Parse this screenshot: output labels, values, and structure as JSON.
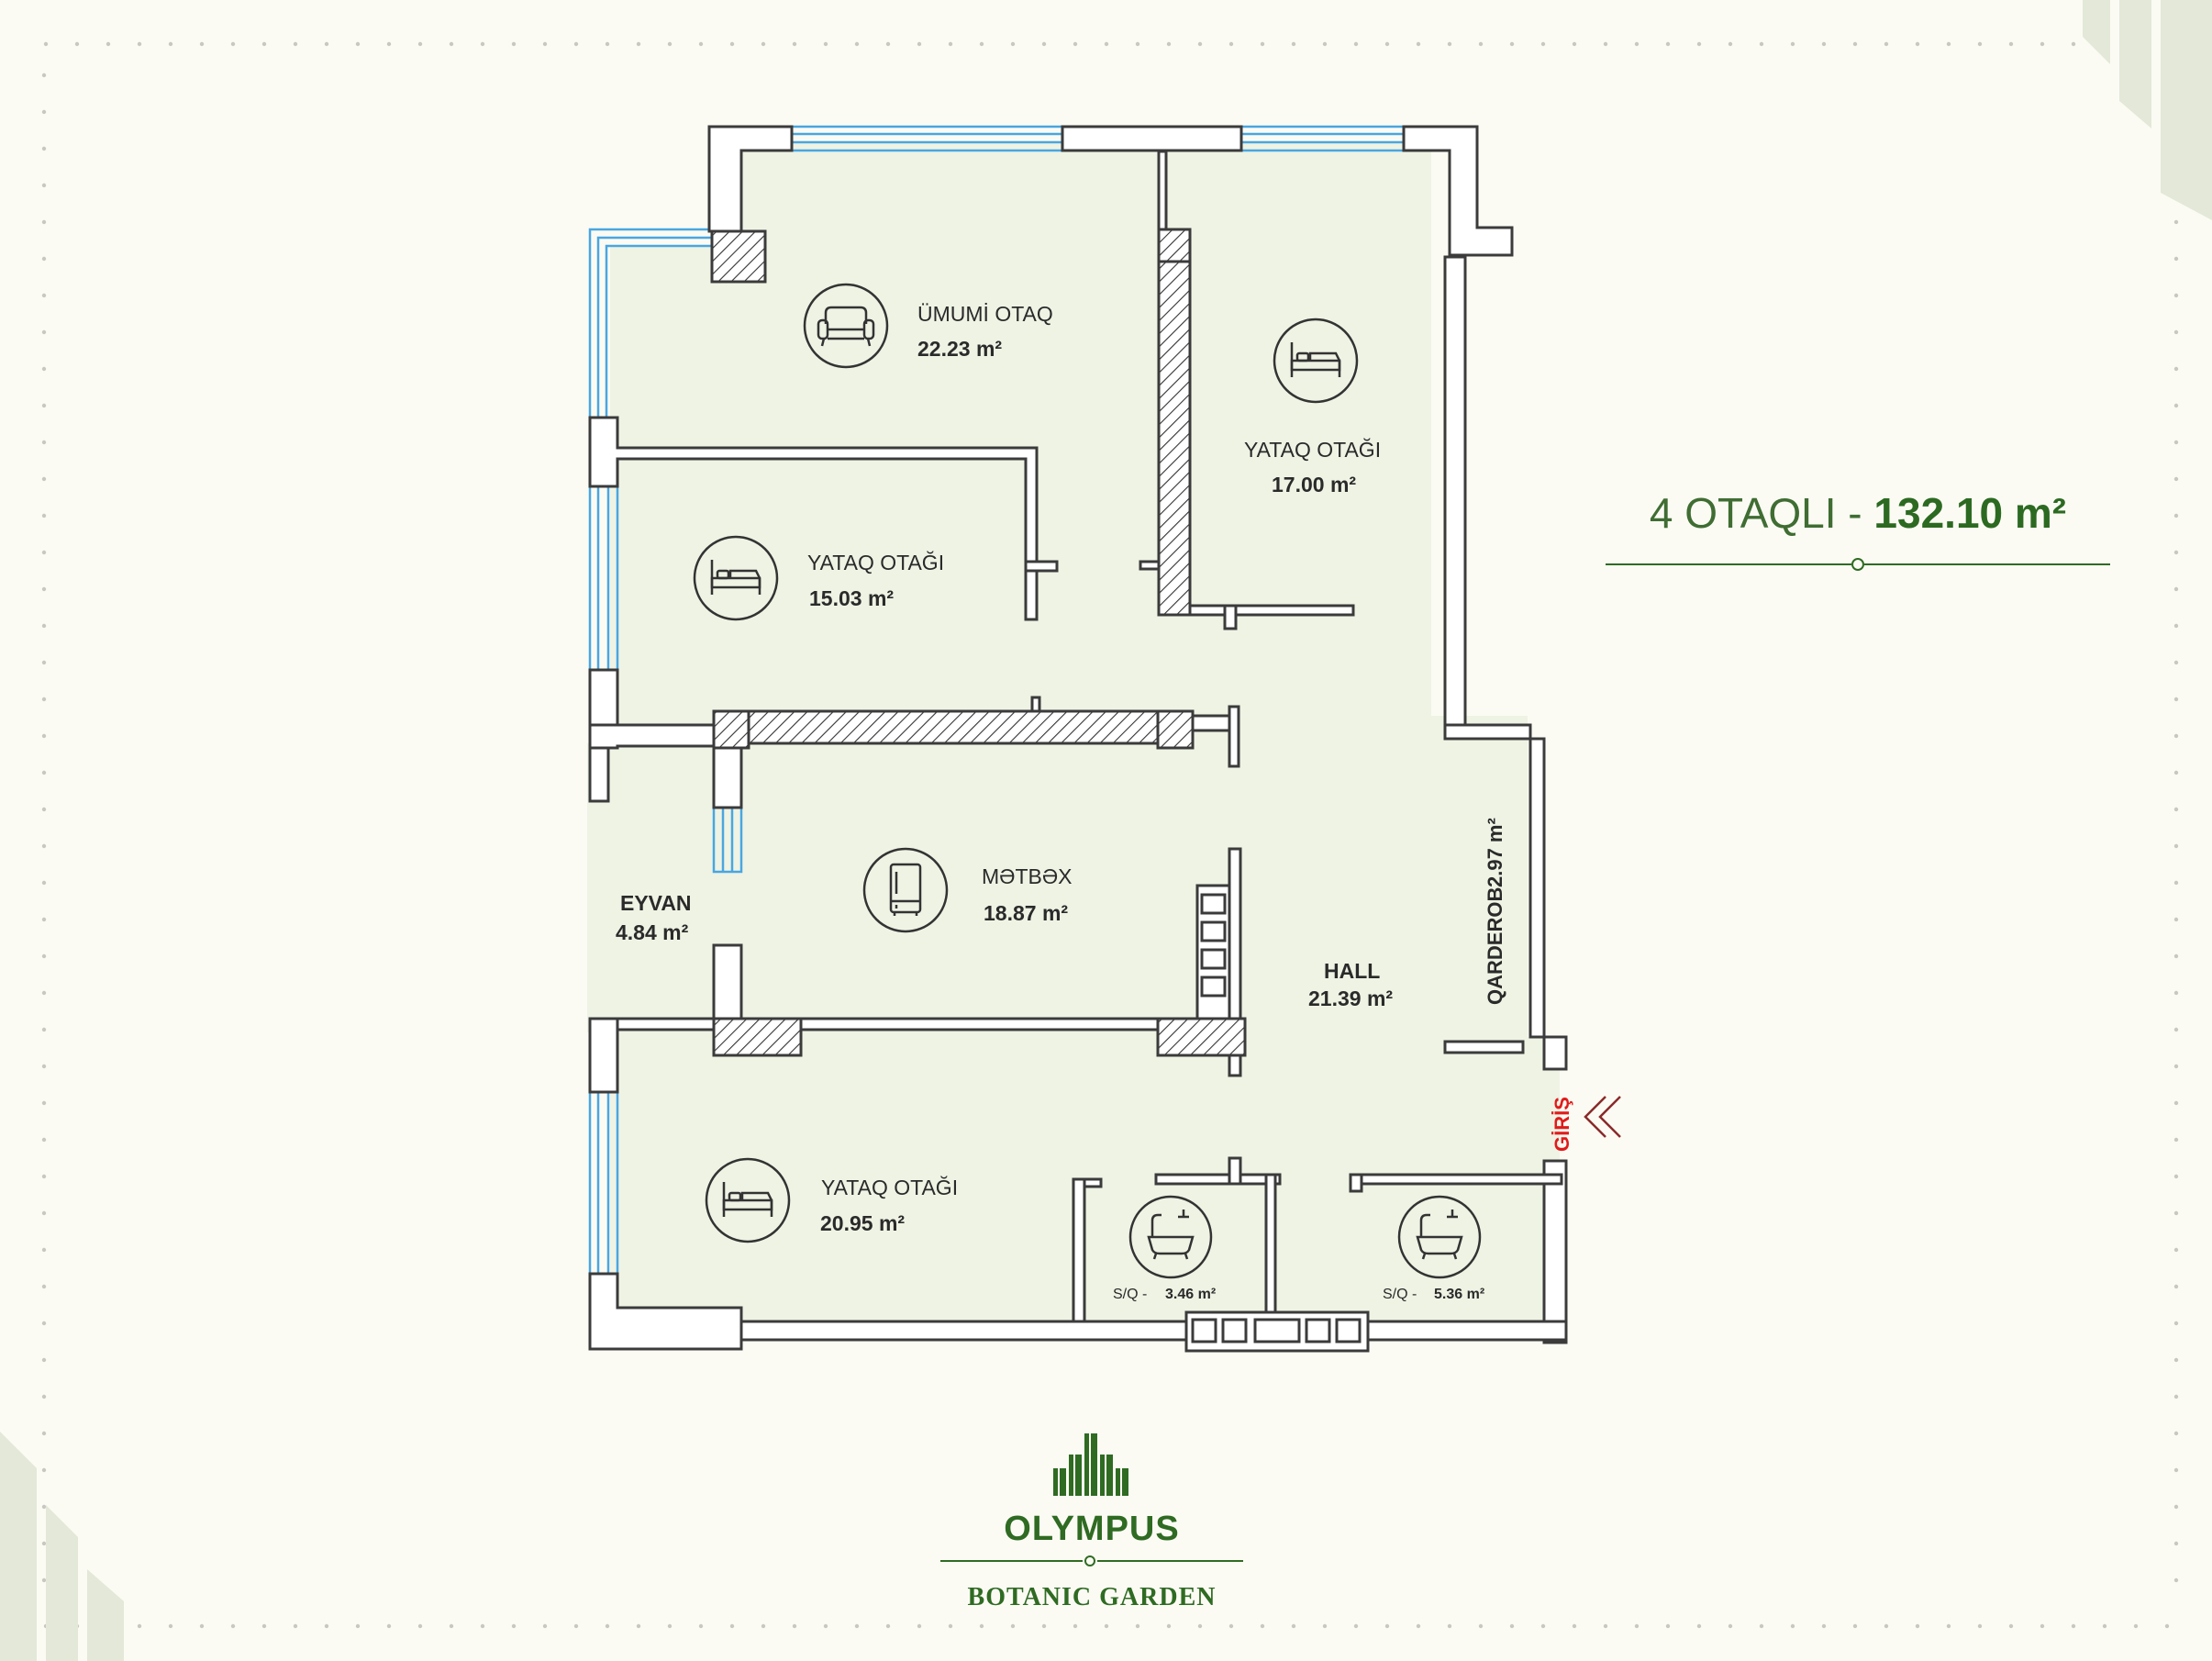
{
  "colors": {
    "background": "#fbfbf4",
    "room_fill": "#eef3e4",
    "wall": "#3b3b3b",
    "window": "#4aa6e0",
    "accent_green": "#2f6b22",
    "entrance_red": "#e01b1b"
  },
  "header": {
    "rooms_label": "4 OTAQLI -",
    "total_area": "132.10 m²"
  },
  "rooms": [
    {
      "name": "ÜMUMİ OTAQ",
      "area": "22.23 m²",
      "icon": "sofa-icon"
    },
    {
      "name": "YATAQ OTAĞI",
      "area": "17.00 m²",
      "icon": "bed-icon"
    },
    {
      "name": "YATAQ OTAĞI",
      "area": "15.03 m²",
      "icon": "bed-icon"
    },
    {
      "name": "MƏTBƏX",
      "area": "18.87 m²",
      "icon": "fridge-icon"
    },
    {
      "name": "EYVAN",
      "area": "4.84 m²"
    },
    {
      "name": "HALL",
      "area": "21.39 m²"
    },
    {
      "name": "QARDEROB",
      "area": "2.97 m²"
    },
    {
      "name": "YATAQ OTAĞI",
      "area": "20.95 m²",
      "icon": "bed-icon"
    },
    {
      "name": "S/Q -",
      "area": "3.46 m²",
      "icon": "bathtub-icon"
    },
    {
      "name": "S/Q -",
      "area": "5.36 m²",
      "icon": "bathtub-icon"
    }
  ],
  "entrance": {
    "label": "GİRİŞ",
    "icon": "double-chevron-left-icon"
  },
  "brand": {
    "name": "OLYMPUS",
    "subtitle": "BOTANIC GARDEN",
    "logo_icon": "buildings-logo-icon"
  }
}
